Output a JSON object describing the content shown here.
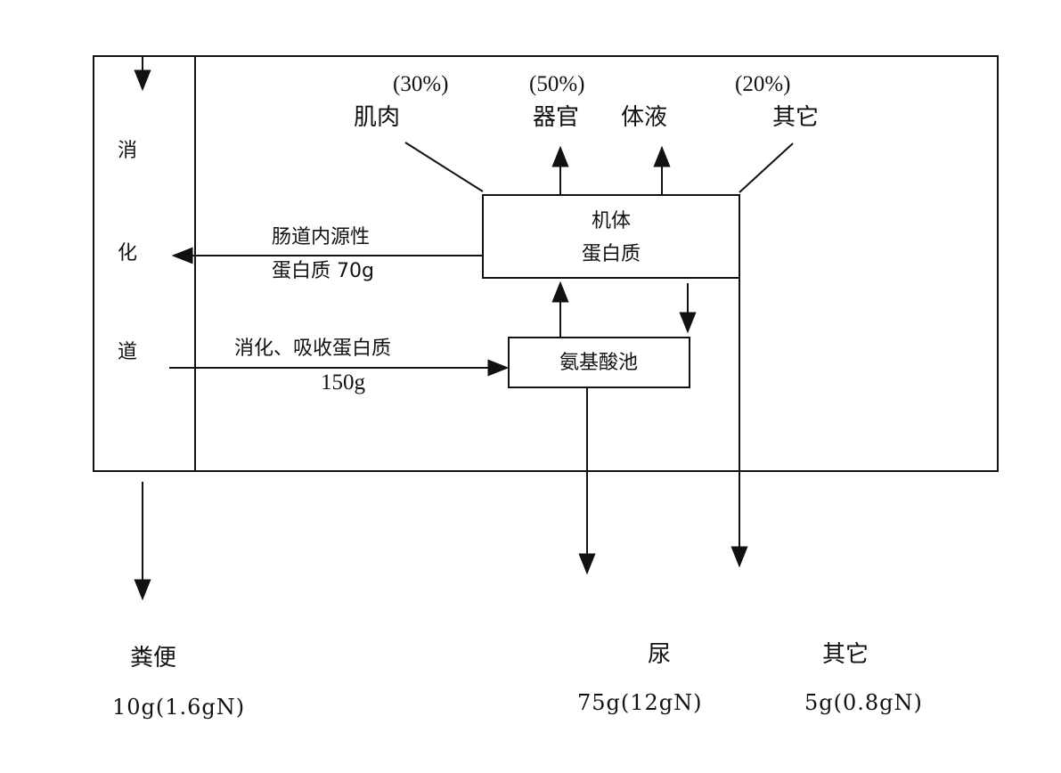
{
  "digestive_tract": {
    "label_1": "消",
    "label_2": "化",
    "label_3": "道"
  },
  "body_protein": {
    "line1": "机体",
    "line2": "蛋白质"
  },
  "amino_acid_pool": {
    "label": "氨基酸池"
  },
  "top_outputs": {
    "muscle": {
      "percent": "(30%)",
      "label": "肌肉"
    },
    "organs": {
      "percent": "(50%)",
      "label": "器官"
    },
    "body_fluid": {
      "label": "体液"
    },
    "other": {
      "percent": "(20%)",
      "label": "其它"
    }
  },
  "flows": {
    "intestinal_endogenous": {
      "line1": "肠道内源性",
      "line2": "蛋白质 70g"
    },
    "digestion_absorption": {
      "line1": "消化、吸收蛋白质",
      "line2": "150g"
    }
  },
  "bottom_outputs": {
    "feces": {
      "label": "粪便",
      "value": "10g(1.6gN)"
    },
    "urine": {
      "label": "尿",
      "value": "75g(12gN)"
    },
    "other": {
      "label": "其它",
      "value": "5g(0.8gN)"
    }
  }
}
